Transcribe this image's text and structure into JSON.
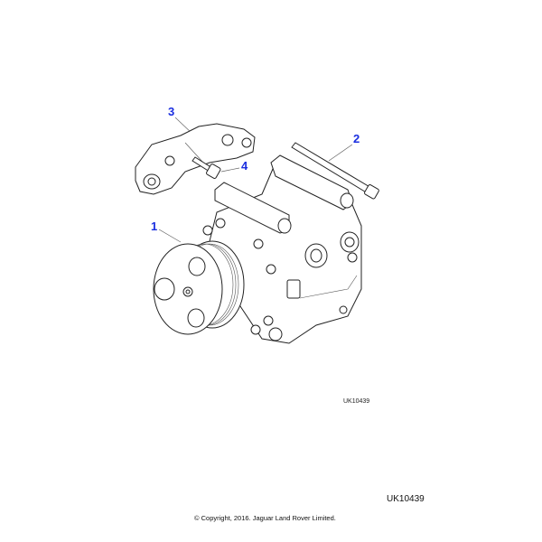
{
  "diagram": {
    "callouts": [
      {
        "label": "1",
        "part": "compressor"
      },
      {
        "label": "2",
        "part": "long-bolt"
      },
      {
        "label": "3",
        "part": "mounting-bracket"
      },
      {
        "label": "4",
        "part": "bracket-bolt"
      }
    ],
    "callout_color": "#1a2ee0",
    "reference_small": "UK10439",
    "reference_large": "UK10439",
    "copyright": "© Copyright, 2016. Jaguar Land Rover Limited."
  }
}
